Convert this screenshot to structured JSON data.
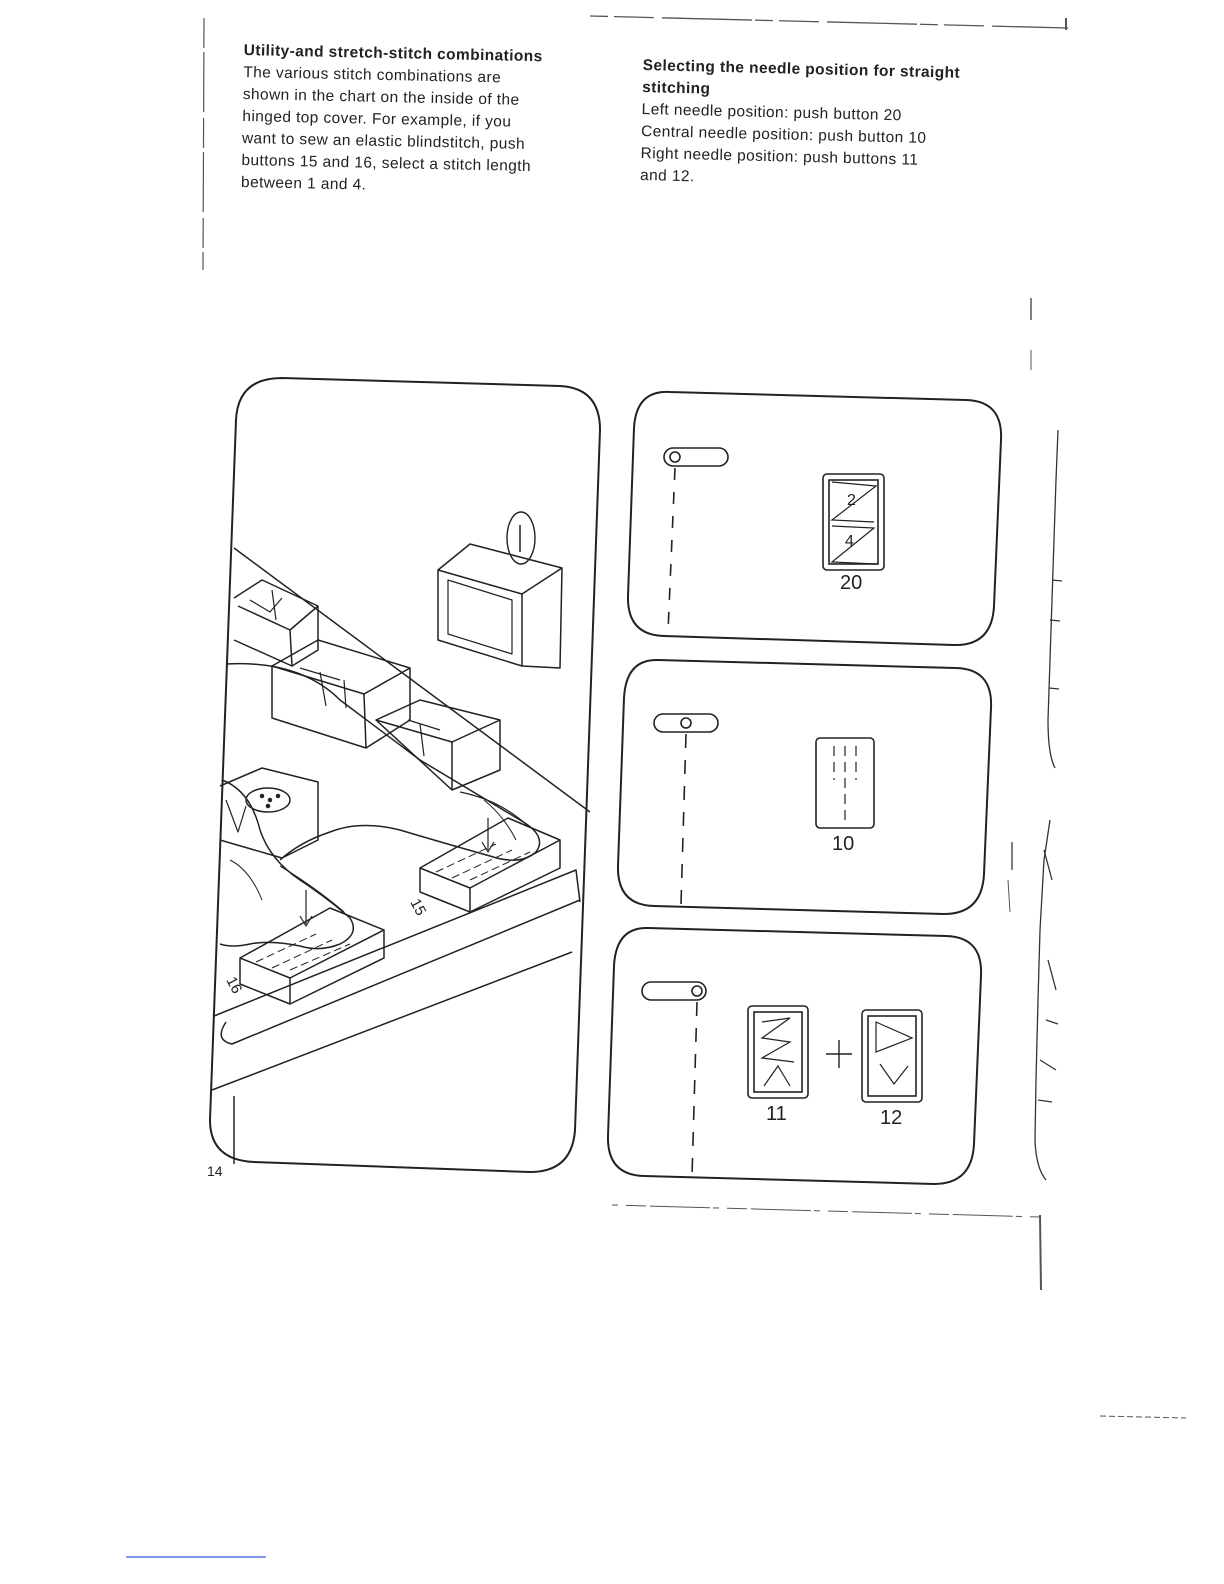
{
  "left_column": {
    "heading": "Utility-and stretch-stitch combinations",
    "lines": [
      "The various stitch combinations are",
      "shown in the chart on the inside of the",
      "hinged top cover. For example, if you",
      "want to sew an elastic blindstitch, push",
      "buttons 15 and 16, select a stitch length",
      "between 1 and 4."
    ]
  },
  "right_column": {
    "heading_lines": [
      "Selecting the needle position for straight",
      "stitching"
    ],
    "lines": [
      "Left needle position: push button 20",
      "Central needle position: push button 10",
      "Right needle position: push buttons 11",
      "and 12."
    ]
  },
  "illustration": {
    "button_labels": [
      "15",
      "16"
    ]
  },
  "panels": {
    "left_needle": {
      "button": "20",
      "length_marks": [
        "2",
        "4"
      ]
    },
    "central_needle": {
      "button": "10"
    },
    "right_needle": {
      "buttons": [
        "11",
        "12"
      ],
      "operator": "+"
    }
  },
  "page_number": "14"
}
